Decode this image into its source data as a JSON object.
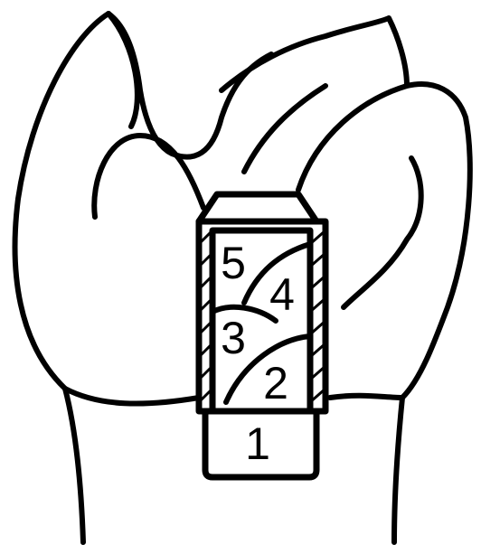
{
  "zones": [
    {
      "id": 1,
      "label": "1"
    },
    {
      "id": 2,
      "label": "2"
    },
    {
      "id": 3,
      "label": "3"
    },
    {
      "id": 4,
      "label": "4"
    },
    {
      "id": 5,
      "label": "5"
    }
  ],
  "colors": {
    "stroke": "#000000",
    "background": "#ffffff"
  }
}
